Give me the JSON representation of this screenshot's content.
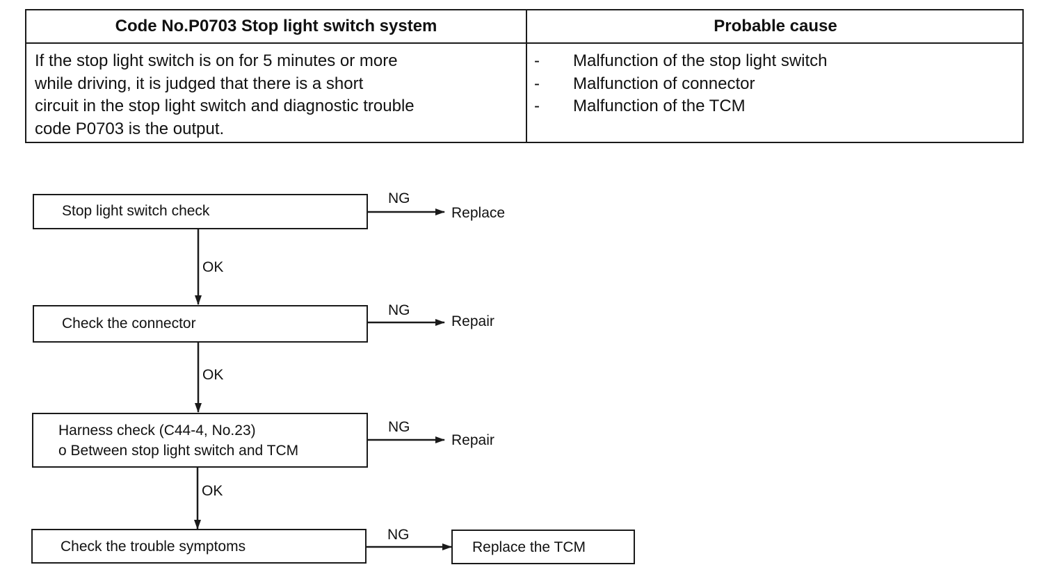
{
  "table": {
    "header_left": "Code No.P0703 Stop light switch system",
    "header_right": "Probable cause",
    "description_lines": [
      "If the stop light switch is on for 5 minutes or more",
      "while driving, it is judged that there is a short",
      "circuit in the stop light switch and diagnostic trouble",
      "code P0703 is the output."
    ],
    "causes": [
      {
        "dash": "-",
        "text": "Malfunction of the stop light switch"
      },
      {
        "dash": "-",
        "text": "Malfunction of connector"
      },
      {
        "dash": "-",
        "text": "Malfunction of the TCM"
      }
    ]
  },
  "flowchart": {
    "steps": [
      {
        "lines": [
          "Stop light switch check"
        ],
        "ng_label": "NG",
        "ng_result": "Replace",
        "ok_label": "OK"
      },
      {
        "lines": [
          "Check the connector"
        ],
        "ng_label": "NG",
        "ng_result": "Repair",
        "ok_label": "OK"
      },
      {
        "lines": [
          "Harness check (C44-4, No.23)",
          "o Between stop light switch and TCM"
        ],
        "ng_label": "NG",
        "ng_result": "Repair",
        "ok_label": "OK"
      },
      {
        "lines": [
          "Check the trouble symptoms"
        ],
        "ng_label": "NG",
        "ng_result": "Replace the TCM"
      }
    ]
  }
}
